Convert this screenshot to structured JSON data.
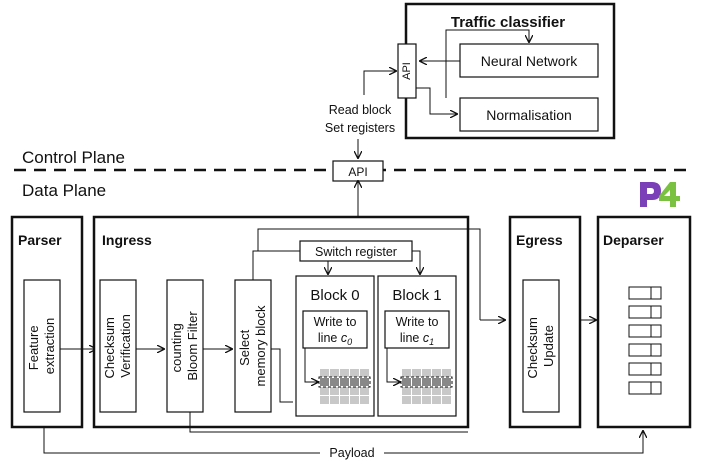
{
  "traffic_classifier": {
    "title": "Traffic classifier",
    "api": "API",
    "neural_network": "Neural Network",
    "normalisation": "Normalisation"
  },
  "control_link": {
    "line1": "Read block",
    "line2": "Set registers"
  },
  "planes": {
    "control": "Control Plane",
    "data": "Data Plane",
    "api": "API"
  },
  "parser": {
    "title": "Parser",
    "feature_line1": "Feature",
    "feature_line2": "extraction"
  },
  "ingress": {
    "title": "Ingress",
    "checksum_line1": "Checksum",
    "checksum_line2": "Verification",
    "bloom_line1": "counting",
    "bloom_line2": "Bloom Filter",
    "select_line1": "Select",
    "select_line2": "memory block",
    "switch_register": "Switch register",
    "block0": {
      "title": "Block 0",
      "write_line1": "Write to",
      "write_line2": "line ",
      "sub": "c",
      "subidx": "0"
    },
    "block1": {
      "title": "Block 1",
      "write_line1": "Write to",
      "write_line2": "line ",
      "sub": "c",
      "subidx": "1"
    }
  },
  "egress": {
    "title": "Egress",
    "checksum_line1": "Checksum",
    "checksum_line2": "Update"
  },
  "deparser": {
    "title": "Deparser"
  },
  "payload": "Payload",
  "logo": {
    "text": "P4",
    "color_p": "#7b3fb8",
    "color_4": "#7ac142"
  }
}
